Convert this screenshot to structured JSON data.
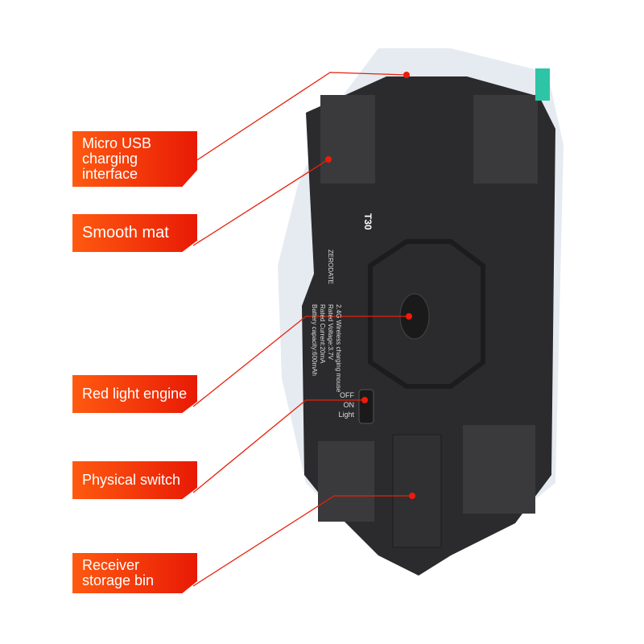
{
  "labels": [
    {
      "line1": "Micro USB",
      "line2": "charging interface"
    },
    {
      "text": "Smooth mat"
    },
    {
      "text": "Red light engine"
    },
    {
      "text": "Physical switch"
    },
    {
      "line1": "Receiver",
      "line2": "storage bin"
    }
  ],
  "mouse": {
    "model": "T30",
    "brand": "ZERODATE",
    "specs": [
      "2.4G Wireless charging mouse",
      "Rated Voltage:3.7V",
      "Rated Current:20mA",
      "Battery capacity:600mAh"
    ],
    "switch": [
      "OFF",
      "ON",
      "Light"
    ]
  },
  "colors": {
    "accent": "#e8200a",
    "body": "#2b2b2d",
    "shell": "#e8edf3"
  }
}
